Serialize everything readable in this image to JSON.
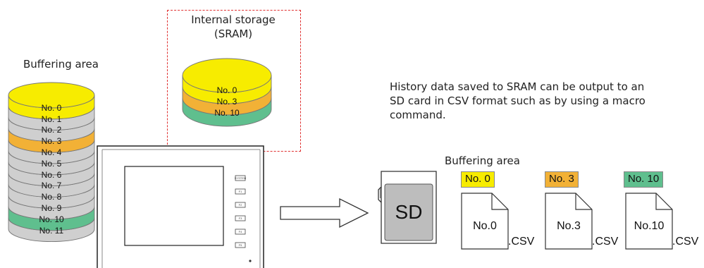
{
  "internal_storage": {
    "title_line1": "Internal storage",
    "title_line2": "(SRAM)"
  },
  "buffering_area_left": {
    "title": "Buffering area"
  },
  "left_stack": [
    {
      "label": "No. 0",
      "color": "#f7ec00"
    },
    {
      "label": "No. 1",
      "color": "#cfcfcf"
    },
    {
      "label": "No. 2",
      "color": "#cfcfcf"
    },
    {
      "label": "No. 3",
      "color": "#f2b136"
    },
    {
      "label": "No. 4",
      "color": "#cfcfcf"
    },
    {
      "label": "No. 5",
      "color": "#cfcfcf"
    },
    {
      "label": "No. 6",
      "color": "#cfcfcf"
    },
    {
      "label": "No. 7",
      "color": "#cfcfcf"
    },
    {
      "label": "No. 8",
      "color": "#cfcfcf"
    },
    {
      "label": "No. 9",
      "color": "#cfcfcf"
    },
    {
      "label": "No. 10",
      "color": "#5fbf8e"
    },
    {
      "label": "No. 11",
      "color": "#cfcfcf"
    }
  ],
  "sram_stack": [
    {
      "label": "No. 0",
      "color": "#f7ec00"
    },
    {
      "label": "No. 3",
      "color": "#f2b136"
    },
    {
      "label": "No. 10",
      "color": "#5fbf8e"
    }
  ],
  "description": {
    "line1": "History data saved to SRAM can be output to an",
    "line2": "SD card in CSV format such as by using a macro",
    "line3": "command."
  },
  "buffering_area_right": {
    "title": "Buffering area"
  },
  "sd_card": {
    "label": "SD"
  },
  "device": {
    "function_keys": [
      "SYSTEM",
      "F1",
      "F2",
      "F3",
      "F4",
      "F5"
    ]
  },
  "files": [
    {
      "tag": "No. 0",
      "tag_color": "#f7ec00",
      "name": "No.0",
      "ext": ".CSV"
    },
    {
      "tag": "No. 3",
      "tag_color": "#f2b136",
      "name": "No.3",
      "ext": ".CSV"
    },
    {
      "tag": "No. 10",
      "tag_color": "#5fbf8e",
      "name": "No.10",
      "ext": ".CSV"
    }
  ]
}
